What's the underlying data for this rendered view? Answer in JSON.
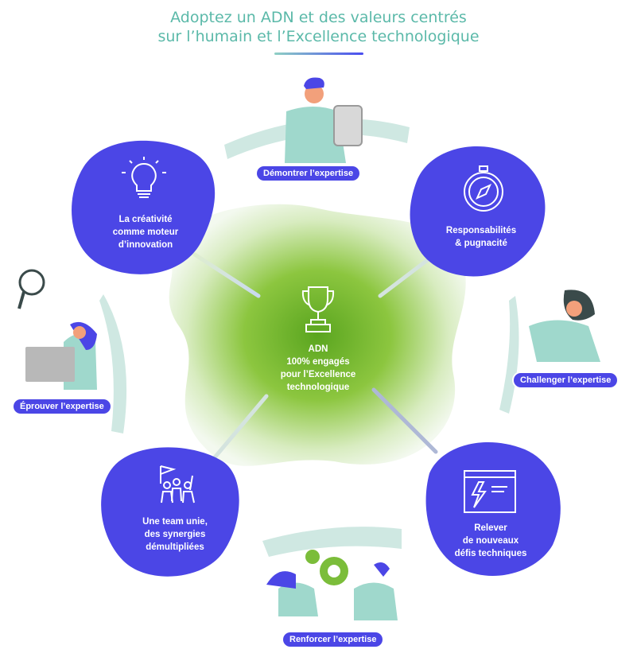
{
  "title_line1": "Adoptez un ADN et des valeurs centrés",
  "title_line2": "sur l’humain et l’Excellence technologique",
  "colors": {
    "blob": "#4b46e6",
    "title": "#5bb9a9",
    "center": "#7bbd3a",
    "teal": "#8fd0c4"
  },
  "center": {
    "label": "ADN\n100% engagés\npour l’Excellence\ntechnologique",
    "icon": "trophy-icon"
  },
  "values": [
    {
      "label": "La créativité\ncomme moteur\nd’innovation",
      "icon": "lightbulb-icon"
    },
    {
      "label": "Responsabilités\n& pugnacité",
      "icon": "compass-icon"
    },
    {
      "label": "Une team unie,\ndes synergies\ndémultipliées",
      "icon": "team-flag-icon"
    },
    {
      "label": "Relever\nde nouveaux\ndéfis techniques",
      "icon": "lightning-screen-icon"
    }
  ],
  "expertise": [
    {
      "label": "Démontrer l’expertise",
      "illustration": "man-with-tablet"
    },
    {
      "label": "Challenger l’expertise",
      "illustration": "woman-hands-on-hips"
    },
    {
      "label": "Éprouver l’expertise",
      "illustration": "woman-with-laptop-magnifier"
    },
    {
      "label": "Renforcer l’expertise",
      "illustration": "team-with-gears"
    }
  ]
}
